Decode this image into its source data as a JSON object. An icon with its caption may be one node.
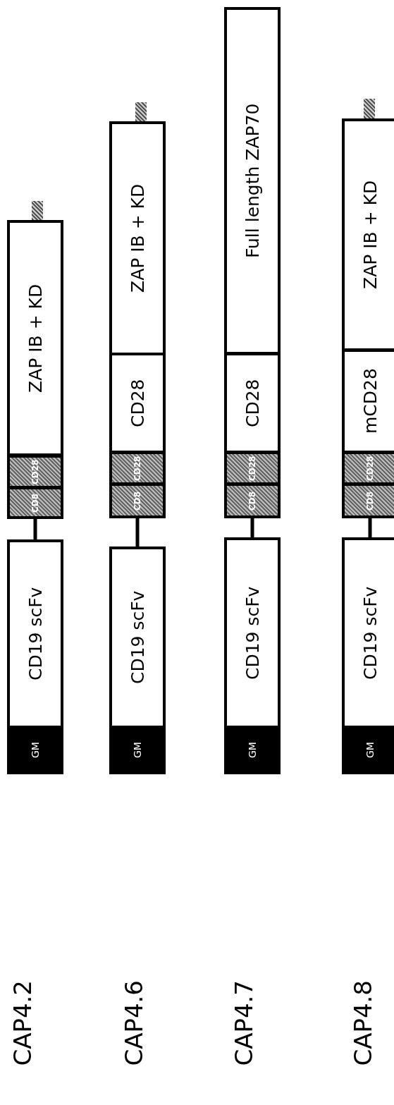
{
  "diagram": {
    "nodes": [
      {
        "text": [],
        "shape": "bar"
      },
      {
        "text": [
          "ZAP IB + KD"
        ]
      },
      {
        "text": [
          "CD28"
        ]
      },
      {
        "text": [
          "CD8"
        ]
      },
      {
        "text": [
          "CD19 scFv"
        ]
      },
      {
        "text": [
          "GM"
        ]
      },
      {
        "text": [],
        "shape": "bar"
      },
      {
        "text": [
          "ZAP IB + KD"
        ]
      },
      {
        "text": [
          "CD28"
        ]
      },
      {
        "text": [
          "CD28"
        ]
      },
      {
        "text": [
          "CD8"
        ]
      },
      {
        "text": [
          "CD19 scFv"
        ]
      },
      {
        "text": [
          "GM"
        ]
      },
      {
        "text": [
          "Full length ZAP70"
        ]
      },
      {
        "text": [
          "CD28"
        ]
      },
      {
        "text": [
          "CD28"
        ]
      },
      {
        "text": [
          "CD8"
        ]
      },
      {
        "text": [
          "CD19 scFv"
        ]
      },
      {
        "text": [
          "GM"
        ]
      },
      {
        "text": [],
        "shape": "bar"
      },
      {
        "text": [
          "ZAP IB + KD"
        ]
      },
      {
        "text": [
          "mCD28"
        ]
      },
      {
        "text": [
          "CD28"
        ]
      },
      {
        "text": [
          "CD8"
        ]
      },
      {
        "text": [
          "CD19 scFv"
        ]
      },
      {
        "text": [
          "GM"
        ]
      }
    ],
    "edges": [
      {
        "from": 3,
        "to": 4,
        "arrow": "none"
      },
      {
        "from": 10,
        "to": 11,
        "arrow": "none"
      },
      {
        "from": 16,
        "to": 17,
        "arrow": "none"
      },
      {
        "from": 23,
        "to": 24,
        "arrow": "none"
      }
    ],
    "labels": [
      "CAP4.2",
      "CAP4.6",
      "CAP4.7",
      "CAP4.8"
    ]
  }
}
